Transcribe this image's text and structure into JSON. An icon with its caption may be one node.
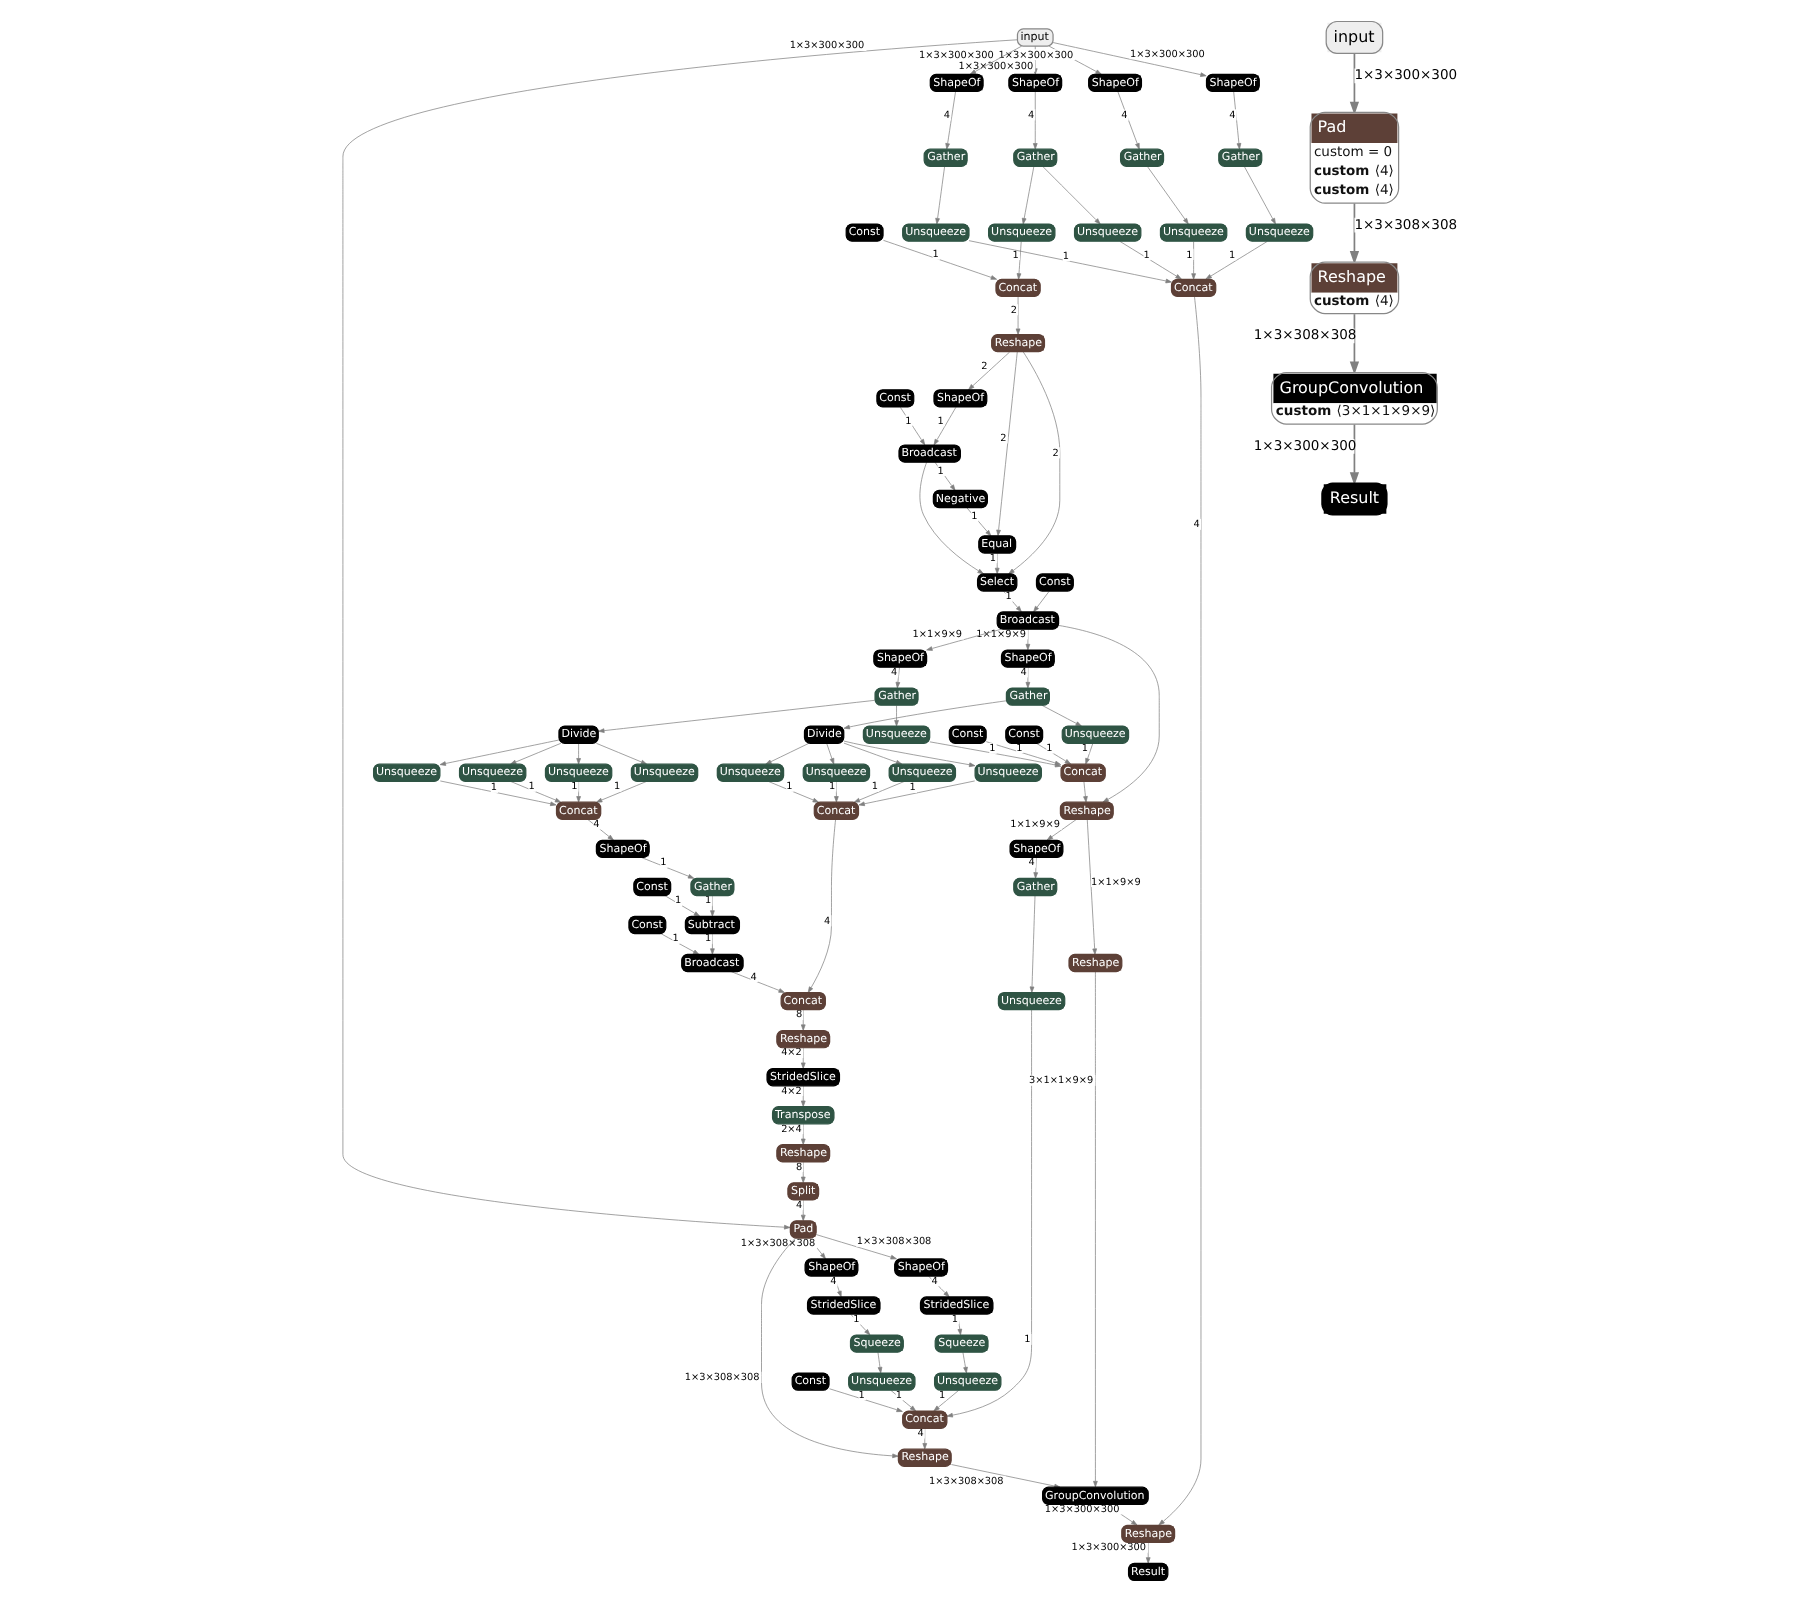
{
  "diagram": {
    "nodes": [
      {
        "text": [
          "input"
        ]
      },
      {
        "text": [
          "ShapeOf"
        ]
      },
      {
        "text": [
          "ShapeOf"
        ]
      },
      {
        "text": [
          "ShapeOf"
        ]
      },
      {
        "text": [
          "ShapeOf"
        ]
      },
      {
        "text": [
          "Gather"
        ]
      },
      {
        "text": [
          "Gather"
        ]
      },
      {
        "text": [
          "Gather"
        ]
      },
      {
        "text": [
          "Gather"
        ]
      },
      {
        "text": [
          "Const"
        ]
      },
      {
        "text": [
          "Unsqueeze"
        ]
      },
      {
        "text": [
          "Unsqueeze"
        ]
      },
      {
        "text": [
          "Unsqueeze"
        ]
      },
      {
        "text": [
          "Unsqueeze"
        ]
      },
      {
        "text": [
          "Unsqueeze"
        ]
      },
      {
        "text": [
          "Concat"
        ]
      },
      {
        "text": [
          "Concat"
        ]
      },
      {
        "text": [
          "Reshape"
        ]
      },
      {
        "text": [
          "Const"
        ]
      },
      {
        "text": [
          "ShapeOf"
        ]
      },
      {
        "text": [
          "Broadcast"
        ]
      },
      {
        "text": [
          "Negative"
        ]
      },
      {
        "text": [
          "Equal"
        ]
      },
      {
        "text": [
          "Select"
        ]
      },
      {
        "text": [
          "Const"
        ]
      },
      {
        "text": [
          "Broadcast"
        ]
      },
      {
        "text": [
          "ShapeOf"
        ]
      },
      {
        "text": [
          "ShapeOf"
        ]
      },
      {
        "text": [
          "Gather"
        ]
      },
      {
        "text": [
          "Gather"
        ]
      },
      {
        "text": [
          "Divide"
        ]
      },
      {
        "text": [
          "Unsqueeze"
        ]
      },
      {
        "text": [
          "Const"
        ]
      },
      {
        "text": [
          "Const"
        ]
      },
      {
        "text": [
          "Divide"
        ]
      },
      {
        "text": [
          "Unsqueeze"
        ]
      },
      {
        "text": [
          "Unsqueeze"
        ]
      },
      {
        "text": [
          "Unsqueeze"
        ]
      },
      {
        "text": [
          "Unsqueeze"
        ]
      },
      {
        "text": [
          "Unsqueeze"
        ]
      },
      {
        "text": [
          "Concat"
        ]
      },
      {
        "text": [
          "Unsqueeze"
        ]
      },
      {
        "text": [
          "Unsqueeze"
        ]
      },
      {
        "text": [
          "Unsqueeze"
        ]
      },
      {
        "text": [
          "Unsqueeze"
        ]
      },
      {
        "text": [
          "Concat"
        ]
      },
      {
        "text": [
          "Concat"
        ]
      },
      {
        "text": [
          "Reshape"
        ]
      },
      {
        "text": [
          "ShapeOf"
        ]
      },
      {
        "text": [
          "ShapeOf"
        ]
      },
      {
        "text": [
          "Gather"
        ]
      },
      {
        "text": [
          "Gather"
        ]
      },
      {
        "text": [
          "Const"
        ]
      },
      {
        "text": [
          "Const"
        ]
      },
      {
        "text": [
          "Subtract"
        ]
      },
      {
        "text": [
          "Unsqueeze"
        ]
      },
      {
        "text": [
          "Broadcast"
        ]
      },
      {
        "text": [
          "Concat"
        ]
      },
      {
        "text": [
          "Reshape"
        ]
      },
      {
        "text": [
          "StridedSlice"
        ]
      },
      {
        "text": [
          "Transpose"
        ]
      },
      {
        "text": [
          "Reshape"
        ]
      },
      {
        "text": [
          "Split"
        ]
      },
      {
        "text": [
          "Pad"
        ]
      },
      {
        "text": [
          "ShapeOf"
        ]
      },
      {
        "text": [
          "ShapeOf"
        ]
      },
      {
        "text": [
          "StridedSlice"
        ]
      },
      {
        "text": [
          "StridedSlice"
        ]
      },
      {
        "text": [
          "Squeeze"
        ]
      },
      {
        "text": [
          "Squeeze"
        ]
      },
      {
        "text": [
          "Const"
        ]
      },
      {
        "text": [
          "Unsqueeze"
        ]
      },
      {
        "text": [
          "Unsqueeze"
        ]
      },
      {
        "text": [
          "Concat"
        ]
      },
      {
        "text": [
          "Reshape"
        ]
      },
      {
        "text": [
          "Reshape"
        ]
      },
      {
        "text": [
          "GroupConvolution"
        ]
      },
      {
        "text": [
          "Reshape"
        ]
      },
      {
        "text": [
          "Result"
        ]
      },
      {
        "text": [
          "input"
        ]
      },
      {
        "text": [
          "Pad",
          "custom = 0",
          "**custom** ⟨4⟩",
          "**custom** ⟨4⟩"
        ]
      },
      {
        "text": [
          "Reshape",
          "**custom** ⟨4⟩"
        ]
      },
      {
        "text": [
          "GroupConvolution",
          "**custom** ⟨3×1×1×9×9⟩"
        ]
      },
      {
        "text": [
          "Result"
        ]
      }
    ],
    "edges": [
      {
        "from": 0,
        "to": 1,
        "arrow": "to",
        "label": "1×3×300×300"
      },
      {
        "from": 0,
        "to": 2,
        "arrow": "to",
        "label": "1×3×300×300"
      },
      {
        "from": 0,
        "to": 3,
        "arrow": "to",
        "label": "1×3×300×300"
      },
      {
        "from": 0,
        "to": 4,
        "arrow": "to",
        "label": "1×3×300×300"
      },
      {
        "from": 0,
        "to": 63,
        "arrow": "to",
        "label": "1×3×300×300"
      },
      {
        "from": 1,
        "to": 5,
        "arrow": "to",
        "label": "4"
      },
      {
        "from": 2,
        "to": 6,
        "arrow": "to",
        "label": "4"
      },
      {
        "from": 3,
        "to": 7,
        "arrow": "to",
        "label": "4"
      },
      {
        "from": 4,
        "to": 8,
        "arrow": "to",
        "label": "4"
      },
      {
        "from": 5,
        "to": 10,
        "arrow": "to"
      },
      {
        "from": 5,
        "to": 11,
        "arrow": "to"
      },
      {
        "from": 6,
        "to": 12,
        "arrow": "to"
      },
      {
        "from": 7,
        "to": 13,
        "arrow": "to"
      },
      {
        "from": 8,
        "to": 14,
        "arrow": "to"
      },
      {
        "from": 9,
        "to": 15,
        "arrow": "to",
        "label": "1"
      },
      {
        "from": 10,
        "to": 15,
        "arrow": "to",
        "label": "1"
      },
      {
        "from": 11,
        "to": 16,
        "arrow": "to",
        "label": "1"
      },
      {
        "from": 12,
        "to": 16,
        "arrow": "to",
        "label": "1"
      },
      {
        "from": 13,
        "to": 16,
        "arrow": "to",
        "label": "1"
      },
      {
        "from": 14,
        "to": 16,
        "arrow": "to",
        "label": "1"
      },
      {
        "from": 15,
        "to": 17,
        "arrow": "to",
        "label": "2"
      },
      {
        "from": 17,
        "to": 19,
        "arrow": "to",
        "label": "2"
      },
      {
        "from": 17,
        "to": 22,
        "arrow": "to",
        "label": "2"
      },
      {
        "from": 17,
        "to": 23,
        "arrow": "to",
        "label": "2"
      },
      {
        "from": 18,
        "to": 20,
        "arrow": "to",
        "label": "1"
      },
      {
        "from": 19,
        "to": 20,
        "arrow": "to",
        "label": "1"
      },
      {
        "from": 20,
        "to": 21,
        "arrow": "to",
        "label": "1"
      },
      {
        "from": 20,
        "to": 23,
        "arrow": "to"
      },
      {
        "from": 21,
        "to": 22,
        "arrow": "to",
        "label": "1"
      },
      {
        "from": 22,
        "to": 23,
        "arrow": "to",
        "label": "1"
      },
      {
        "from": 23,
        "to": 25,
        "arrow": "to",
        "label": "1"
      },
      {
        "from": 24,
        "to": 25,
        "arrow": "to"
      },
      {
        "from": 25,
        "to": 26,
        "arrow": "to",
        "label": "1×1×9×9"
      },
      {
        "from": 25,
        "to": 27,
        "arrow": "to",
        "label": "1×1×9×9"
      },
      {
        "from": 25,
        "to": 47,
        "arrow": "to"
      },
      {
        "from": 26,
        "to": 28,
        "arrow": "to",
        "label": "4"
      },
      {
        "from": 27,
        "to": 29,
        "arrow": "to",
        "label": "4"
      },
      {
        "from": 28,
        "to": 30,
        "arrow": "to"
      },
      {
        "from": 28,
        "to": 31,
        "arrow": "to"
      },
      {
        "from": 29,
        "to": 34,
        "arrow": "to"
      },
      {
        "from": 29,
        "to": 35,
        "arrow": "to"
      },
      {
        "from": 30,
        "to": 36,
        "arrow": "to"
      },
      {
        "from": 30,
        "to": 37,
        "arrow": "to"
      },
      {
        "from": 30,
        "to": 38,
        "arrow": "to"
      },
      {
        "from": 30,
        "to": 39,
        "arrow": "to"
      },
      {
        "from": 34,
        "to": 41,
        "arrow": "to"
      },
      {
        "from": 34,
        "to": 42,
        "arrow": "to"
      },
      {
        "from": 34,
        "to": 43,
        "arrow": "to"
      },
      {
        "from": 34,
        "to": 44,
        "arrow": "to"
      },
      {
        "from": 31,
        "to": 40,
        "arrow": "to",
        "label": "1"
      },
      {
        "from": 32,
        "to": 40,
        "arrow": "to",
        "label": "1"
      },
      {
        "from": 33,
        "to": 40,
        "arrow": "to",
        "label": "1"
      },
      {
        "from": 35,
        "to": 40,
        "arrow": "to",
        "label": "1"
      },
      {
        "from": 40,
        "to": 47,
        "arrow": "to"
      },
      {
        "from": 36,
        "to": 45,
        "arrow": "to",
        "label": "1"
      },
      {
        "from": 37,
        "to": 45,
        "arrow": "to",
        "label": "1"
      },
      {
        "from": 38,
        "to": 45,
        "arrow": "to",
        "label": "1"
      },
      {
        "from": 39,
        "to": 45,
        "arrow": "to",
        "label": "1"
      },
      {
        "from": 41,
        "to": 46,
        "arrow": "to",
        "label": "1"
      },
      {
        "from": 42,
        "to": 46,
        "arrow": "to",
        "label": "1"
      },
      {
        "from": 43,
        "to": 46,
        "arrow": "to",
        "label": "1"
      },
      {
        "from": 44,
        "to": 46,
        "arrow": "to",
        "label": "1"
      },
      {
        "from": 45,
        "to": 57,
        "arrow": "to",
        "label": "4"
      },
      {
        "from": 46,
        "to": 48,
        "arrow": "to",
        "label": "4"
      },
      {
        "from": 47,
        "to": 49,
        "arrow": "to",
        "label": "1×1×9×9"
      },
      {
        "from": 47,
        "to": 74,
        "arrow": "to",
        "label": "1×1×9×9"
      },
      {
        "from": 48,
        "to": 50,
        "arrow": "to",
        "label": "1"
      },
      {
        "from": 49,
        "to": 51,
        "arrow": "to",
        "label": "4"
      },
      {
        "from": 50,
        "to": 54,
        "arrow": "to",
        "label": "1"
      },
      {
        "from": 52,
        "to": 54,
        "arrow": "to",
        "label": "1"
      },
      {
        "from": 51,
        "to": 55,
        "arrow": "to"
      },
      {
        "from": 53,
        "to": 56,
        "arrow": "to",
        "label": "1"
      },
      {
        "from": 54,
        "to": 56,
        "arrow": "to",
        "label": "1"
      },
      {
        "from": 56,
        "to": 57,
        "arrow": "to",
        "label": "4"
      },
      {
        "from": 57,
        "to": 58,
        "arrow": "to",
        "label": "8"
      },
      {
        "from": 58,
        "to": 59,
        "arrow": "to",
        "label": "4×2"
      },
      {
        "from": 59,
        "to": 60,
        "arrow": "to",
        "label": "4×2"
      },
      {
        "from": 60,
        "to": 61,
        "arrow": "to",
        "label": "2×4"
      },
      {
        "from": 61,
        "to": 62,
        "arrow": "to",
        "label": "8"
      },
      {
        "from": 62,
        "to": 63,
        "arrow": "to",
        "label": "4"
      },
      {
        "from": 63,
        "to": 64,
        "arrow": "to",
        "label": "1×3×308×308"
      },
      {
        "from": 63,
        "to": 65,
        "arrow": "to",
        "label": "1×3×308×308"
      },
      {
        "from": 63,
        "to": 75,
        "arrow": "to",
        "label": "1×3×308×308"
      },
      {
        "from": 64,
        "to": 66,
        "arrow": "to",
        "label": "4"
      },
      {
        "from": 65,
        "to": 67,
        "arrow": "to",
        "label": "4"
      },
      {
        "from": 66,
        "to": 68,
        "arrow": "to",
        "label": "1"
      },
      {
        "from": 67,
        "to": 69,
        "arrow": "to",
        "label": "1"
      },
      {
        "from": 68,
        "to": 71,
        "arrow": "to"
      },
      {
        "from": 69,
        "to": 72,
        "arrow": "to"
      },
      {
        "from": 55,
        "to": 73,
        "arrow": "to",
        "label": "1"
      },
      {
        "from": 70,
        "to": 73,
        "arrow": "to",
        "label": "1"
      },
      {
        "from": 71,
        "to": 73,
        "arrow": "to",
        "label": "1"
      },
      {
        "from": 72,
        "to": 73,
        "arrow": "to",
        "label": "1"
      },
      {
        "from": 73,
        "to": 75,
        "arrow": "to",
        "label": "4"
      },
      {
        "from": 75,
        "to": 76,
        "arrow": "to",
        "label": "1×3×308×308"
      },
      {
        "from": 74,
        "to": 76,
        "arrow": "to",
        "label": "3×1×1×9×9"
      },
      {
        "from": 76,
        "to": 77,
        "arrow": "to",
        "label": "1×3×300×300"
      },
      {
        "from": 16,
        "to": 77,
        "arrow": "to",
        "label": "4"
      },
      {
        "from": 77,
        "to": 78,
        "arrow": "to",
        "label": "1×3×300×300"
      },
      {
        "from": 79,
        "to": 80,
        "arrow": "to",
        "label": "1×3×300×300"
      },
      {
        "from": 80,
        "to": 81,
        "arrow": "to",
        "label": "1×3×308×308"
      },
      {
        "from": 81,
        "to": 82,
        "arrow": "to",
        "label": "1×3×308×308"
      },
      {
        "from": 82,
        "to": 83,
        "arrow": "to",
        "label": "1×3×300×300"
      }
    ]
  }
}
